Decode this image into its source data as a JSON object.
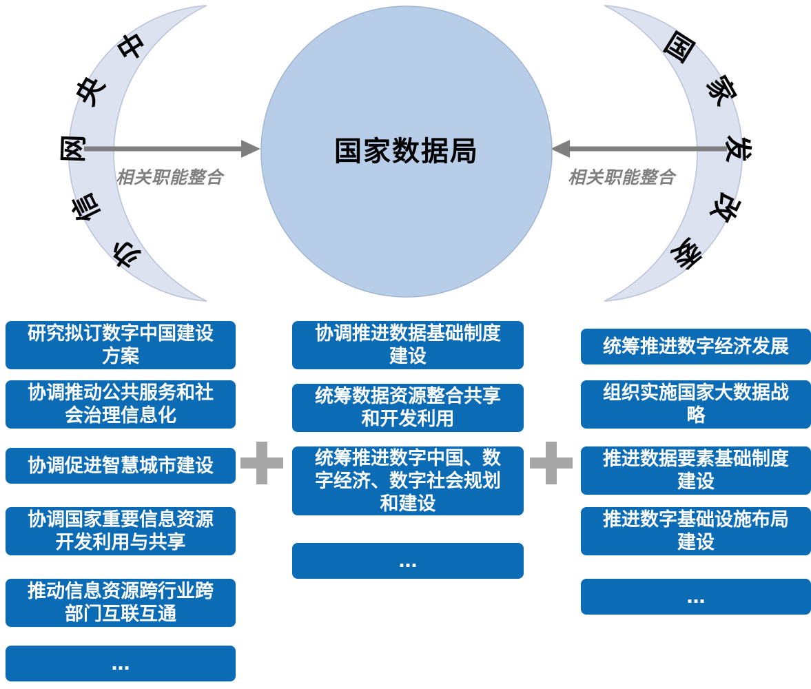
{
  "diagram": {
    "title": "国家数据局",
    "sources": {
      "left": {
        "name": "中央网信办",
        "arrow_label": "相关职能整合"
      },
      "right": {
        "name": "国家发改委",
        "arrow_label": "相关职能整合"
      }
    },
    "columns": {
      "left": {
        "items": [
          "研究拟订数字中国建设\n方案",
          "协调推动公共服务和社\n会治理信息化",
          "协调促进智慧城市建设",
          "协调国家重要信息资源\n开发利用与共享",
          "推动信息资源跨行业跨\n部门互联互通",
          "…"
        ]
      },
      "center": {
        "items": [
          "协调推进数据基础制度\n建设",
          "统筹数据资源整合共享\n和开发利用",
          "统筹推进数字中国、数\n字经济、数字社会规划\n和建设",
          "…"
        ]
      },
      "right": {
        "items": [
          "统筹推进数字经济发展",
          "组织实施国家大数据战\n略",
          "推进数据要素基础制度\n建设",
          "推进数字基础设施布局\n建设",
          "…"
        ]
      }
    },
    "colors": {
      "box_blue": "#0c6bb5",
      "circle_fill": "#b8cee8",
      "circle_stroke": "#9fb4d2",
      "crescent_fill": "#dde2f0",
      "crescent_stroke": "#b9c1d9",
      "plus_gray": "#a6a6a6",
      "arrow_gray": "#7f7f7f"
    }
  }
}
